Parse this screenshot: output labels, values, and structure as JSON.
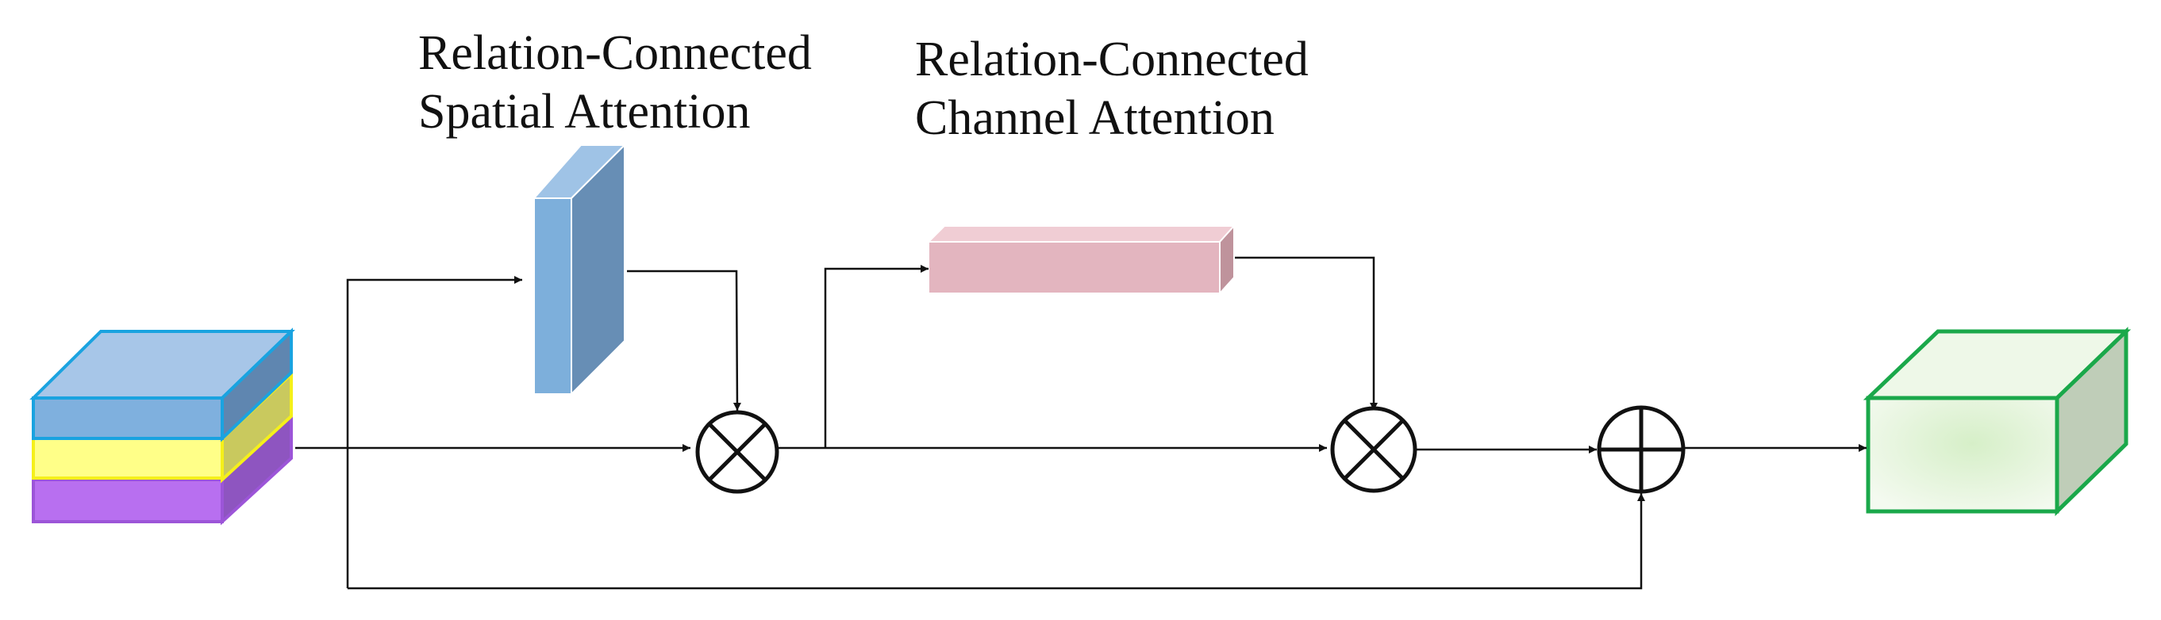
{
  "labels": {
    "spatial_line1": "Relation-Connected",
    "spatial_line2": "Spatial Attention",
    "channel_line1": "Relation-Connected",
    "channel_line2": "Channel Attention"
  },
  "colors": {
    "layer_blue_front": "#7fb0de",
    "layer_blue_top": "#a7c6e8",
    "layer_blue_side": "#5f86b0",
    "layer_blue_border": "#1aa3e0",
    "layer_yellow_front": "#ffff88",
    "layer_yellow_top": "#ffff99",
    "layer_yellow_side": "#c9c95e",
    "layer_yellow_border": "#f5f01a",
    "layer_purple_front": "#b86ff0",
    "layer_purple_side": "#8e55c0",
    "layer_purple_border": "#9c55d8",
    "spatial_front": "#7dafdb",
    "spatial_side": "#678eb5",
    "spatial_top": "#9fc3e6",
    "channel_front": "#e3b5bf",
    "channel_top": "#f0cdd4",
    "channel_side": "#bf939c",
    "output_border": "#1aa84a",
    "output_front": "#e6f5dc",
    "output_side": "#bfcdb8",
    "output_top": "#eef8e8",
    "line": "#111111"
  },
  "nodes": {
    "multiply_1": "multiply",
    "multiply_2": "multiply",
    "add": "add"
  }
}
